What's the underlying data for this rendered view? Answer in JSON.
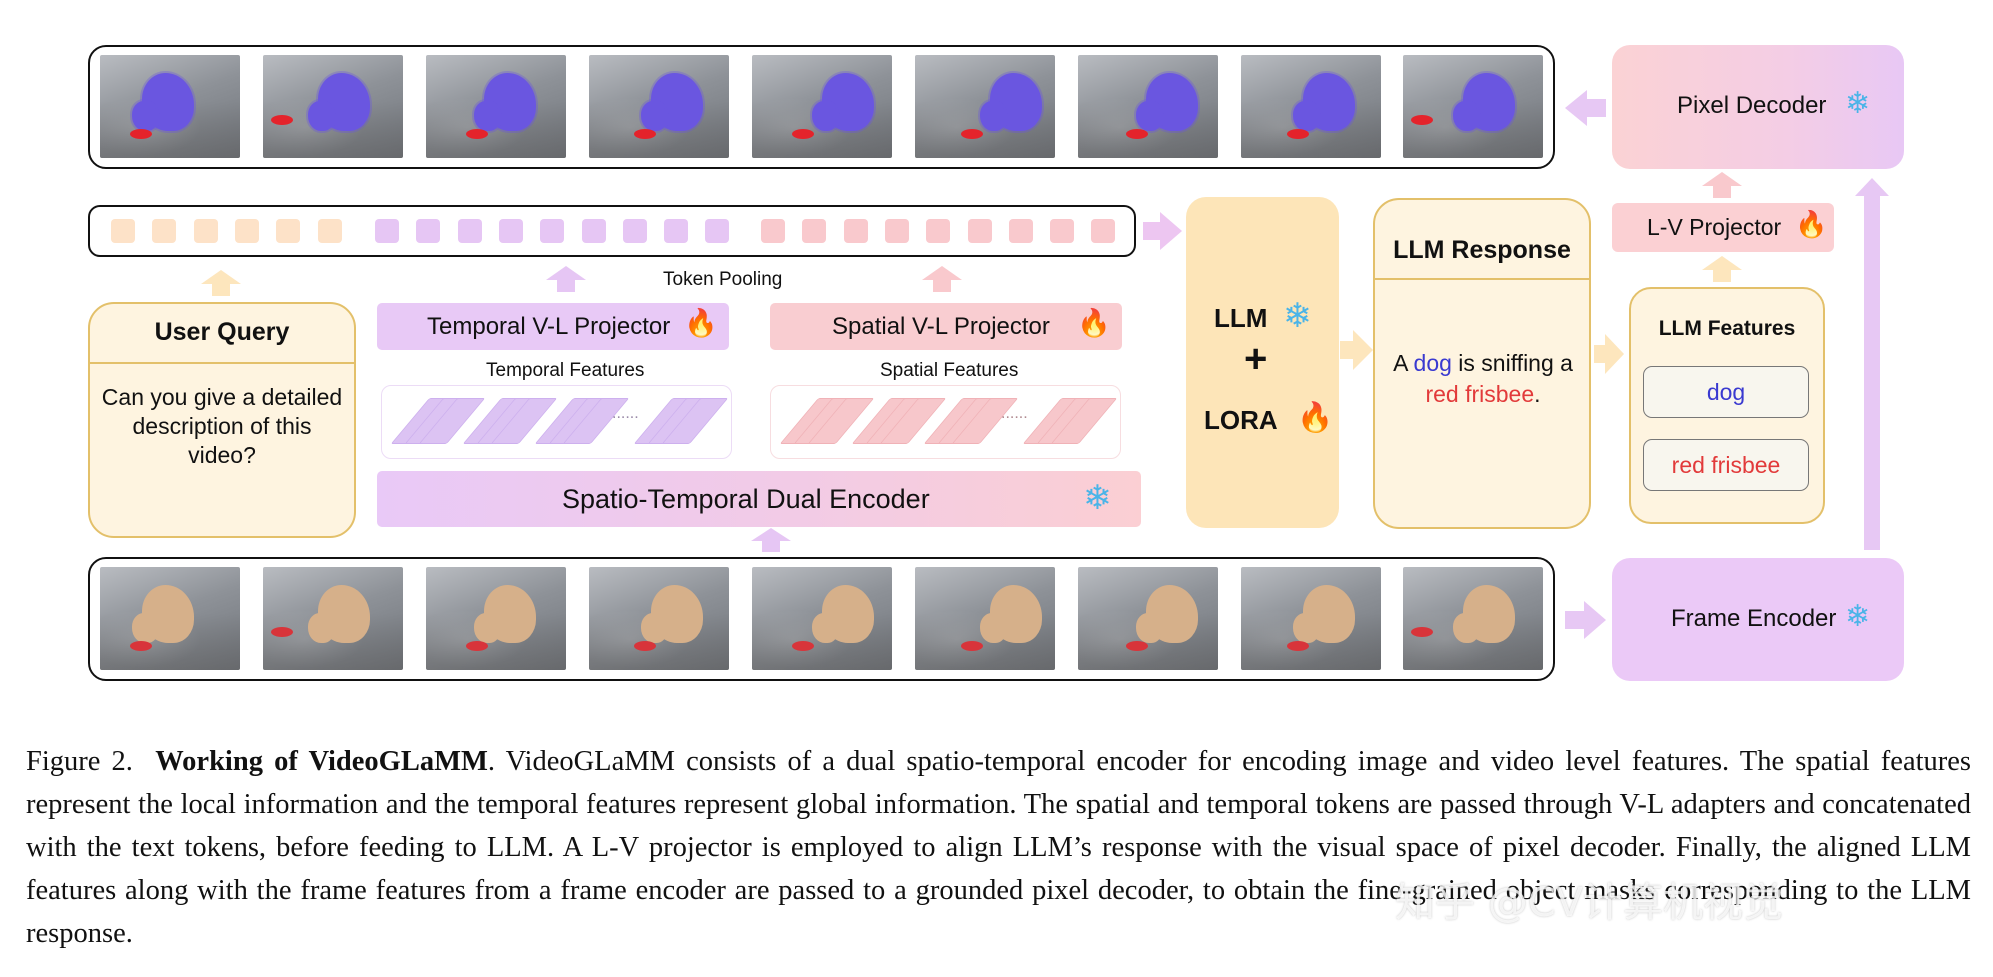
{
  "diagram": {
    "output_frames_count": 9,
    "input_frames_count": 9,
    "pixel_decoder": {
      "label": "Pixel Decoder",
      "icon": "snowflake-icon"
    },
    "lv_projector": {
      "label": "L-V Projector",
      "icon": "fire-icon"
    },
    "frame_encoder": {
      "label": "Frame Encoder",
      "icon": "snowflake-icon"
    },
    "token_pooling": "Token Pooling",
    "user_query": {
      "title": "User Query",
      "text": "Can you give a detailed description of this video?"
    },
    "temporal_projector": {
      "label": "Temporal V-L Projector",
      "icon": "fire-icon"
    },
    "spatial_projector": {
      "label": "Spatial V-L Projector",
      "icon": "fire-icon"
    },
    "temporal_features": "Temporal Features",
    "spatial_features": "Spatial Features",
    "dual_encoder": {
      "label": "Spatio-Temporal Dual Encoder",
      "icon": "snowflake-icon"
    },
    "llm": {
      "line1": "LLM",
      "plus": "+",
      "line2": "LORA"
    },
    "llm_response": {
      "title": "LLM Response",
      "text_a": "A",
      "text_dog": "dog",
      "text_mid": "is sniffing a",
      "text_frisbee": "red frisbee",
      "text_end": "."
    },
    "llm_features": {
      "title": "LLM Features",
      "item1": "dog",
      "item2": "red frisbee"
    },
    "ellipsis": "......",
    "colors": {
      "purple": "#e9c9f7",
      "pink": "#fbcfd3",
      "orange": "#fde6bd",
      "dog_blue": "#3a3ad0",
      "frisbee_red": "#e23a3a",
      "snow": "#4ab4e8",
      "fire": "#f26a1b"
    }
  },
  "caption": {
    "label": "Figure 2.",
    "bold": "Working of VideoGLaMM",
    "text": ". VideoGLaMM consists of a dual spatio-temporal encoder for encoding image and video level features. The spatial features represent the local information and the temporal features represent global information. The spatial and temporal tokens are passed through V-L adapters and concatenated with the text tokens, before feeding to LLM. A L-V projector is employed to align LLM’s response with the visual space of pixel decoder. Finally, the aligned LLM features along with the frame features from a frame encoder are passed to a grounded pixel decoder, to obtain the fine-grained object masks corresponding to the LLM response."
  },
  "watermark": "知乎 @CV计算机视觉"
}
